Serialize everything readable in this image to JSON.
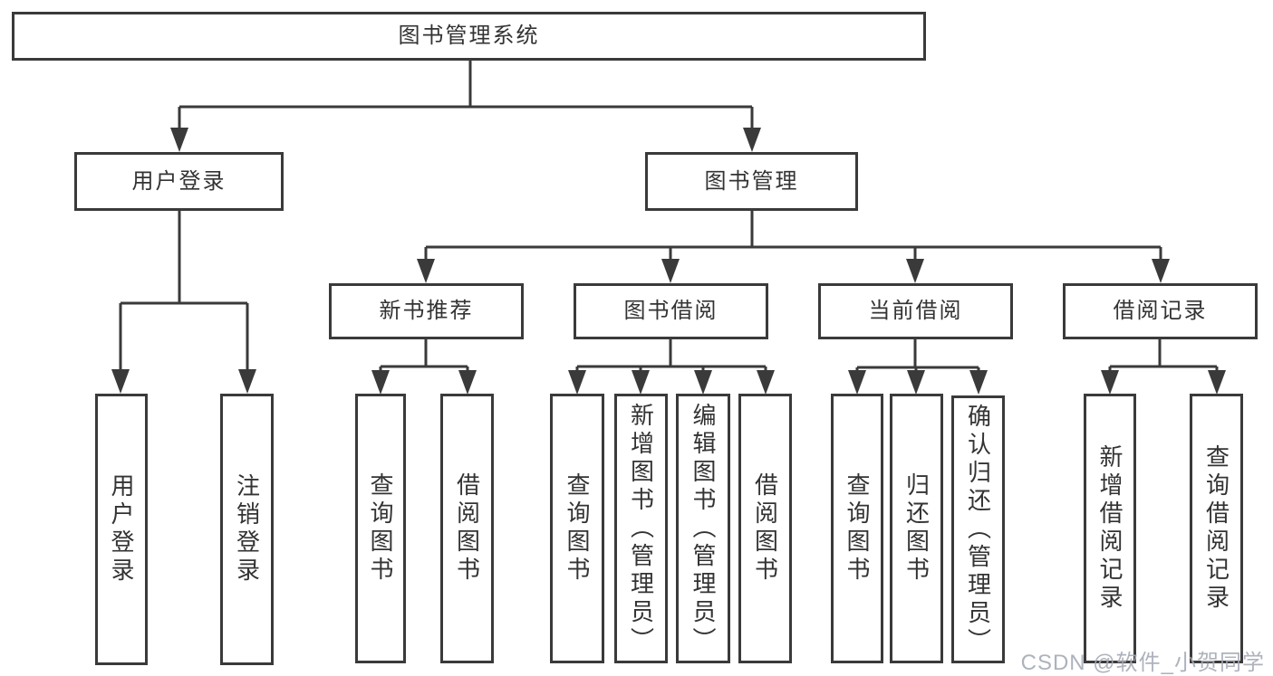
{
  "diagram": {
    "title": "图书管理系统",
    "left_branch": {
      "label": "用户登录",
      "leaves": [
        "用户登录",
        "注销登录"
      ]
    },
    "right_branch": {
      "label": "图书管理",
      "groups": [
        {
          "label": "新书推荐",
          "leaves": [
            "查询图书",
            "借阅图书"
          ]
        },
        {
          "label": "图书借阅",
          "leaves": [
            "查询图书",
            "新增图书（管理员）",
            "编辑图书（管理员）",
            "借阅图书"
          ]
        },
        {
          "label": "当前借阅",
          "leaves": [
            "查询图书",
            "归还图书",
            "确认归还（管理员）"
          ]
        },
        {
          "label": "借阅记录",
          "leaves": [
            "新增借阅记录",
            "查询借阅记录"
          ]
        }
      ]
    }
  },
  "watermark": {
    "text": "CSDN @软件_小贺同学"
  },
  "colors": {
    "line": "#3a3a3a",
    "text": "#333333",
    "watermark": "#a4aab5",
    "background": "#ffffff"
  }
}
